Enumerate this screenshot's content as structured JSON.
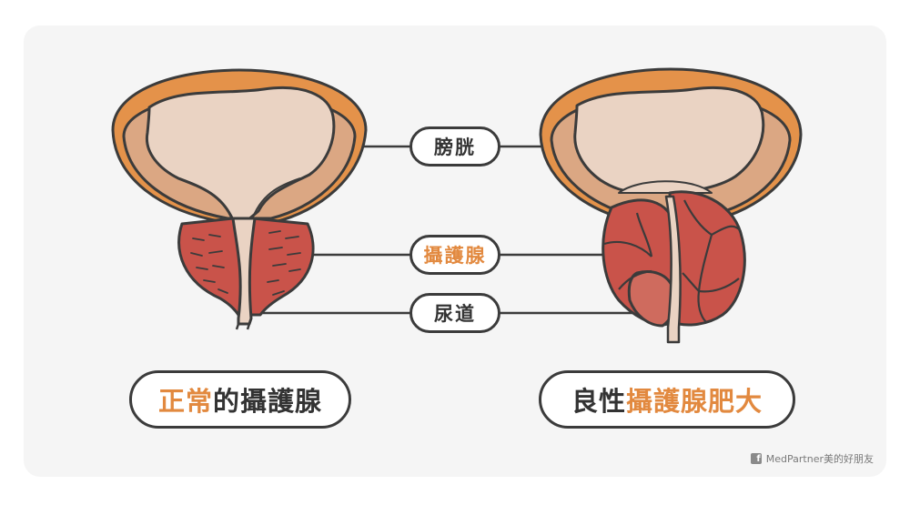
{
  "labels": {
    "bladder": "膀胱",
    "prostate": "攝護腺",
    "urethra": "尿道"
  },
  "captions": {
    "normal": {
      "highlight": "正常",
      "rest": "的攝護腺"
    },
    "bph": {
      "prefix": "良性",
      "highlight": "攝護腺肥大"
    }
  },
  "footer": {
    "brand": "MedPartner美的好朋友",
    "icon": "facebook-icon",
    "icon_glyph": "f"
  },
  "colors": {
    "accent": "#e2893f",
    "outline": "#3b3b3b",
    "bladder_outer": "#e4924a",
    "bladder_wall": "#dba783",
    "bladder_inner": "#ead3c3",
    "prostate": "#c9534a",
    "panel": "#f5f5f5"
  }
}
